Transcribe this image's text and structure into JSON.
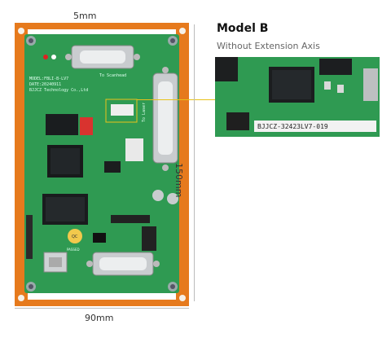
{
  "header": {
    "title": "Model B",
    "subtitle": "Without Extension Axis"
  },
  "dimensions": {
    "top_margin": "5mm",
    "height": "150mm",
    "width": "90mm"
  },
  "board_silkscreen": {
    "model": "MODEL:FBLI-B-LV7",
    "date": "DATE:20240911",
    "company": "BJJCZ Technology Co.,Ltd",
    "to_scanhead": "To Scanhead",
    "to_laser": "To Laser",
    "qc": "QC",
    "qc_pass": "PASSED"
  },
  "zoom_label": {
    "serial": "BJJCZ-32423LV7-019"
  },
  "colors": {
    "pcb_green": "#2f9a52",
    "bracket_orange": "#e67a1d",
    "callout_line": "#e8c21a"
  }
}
